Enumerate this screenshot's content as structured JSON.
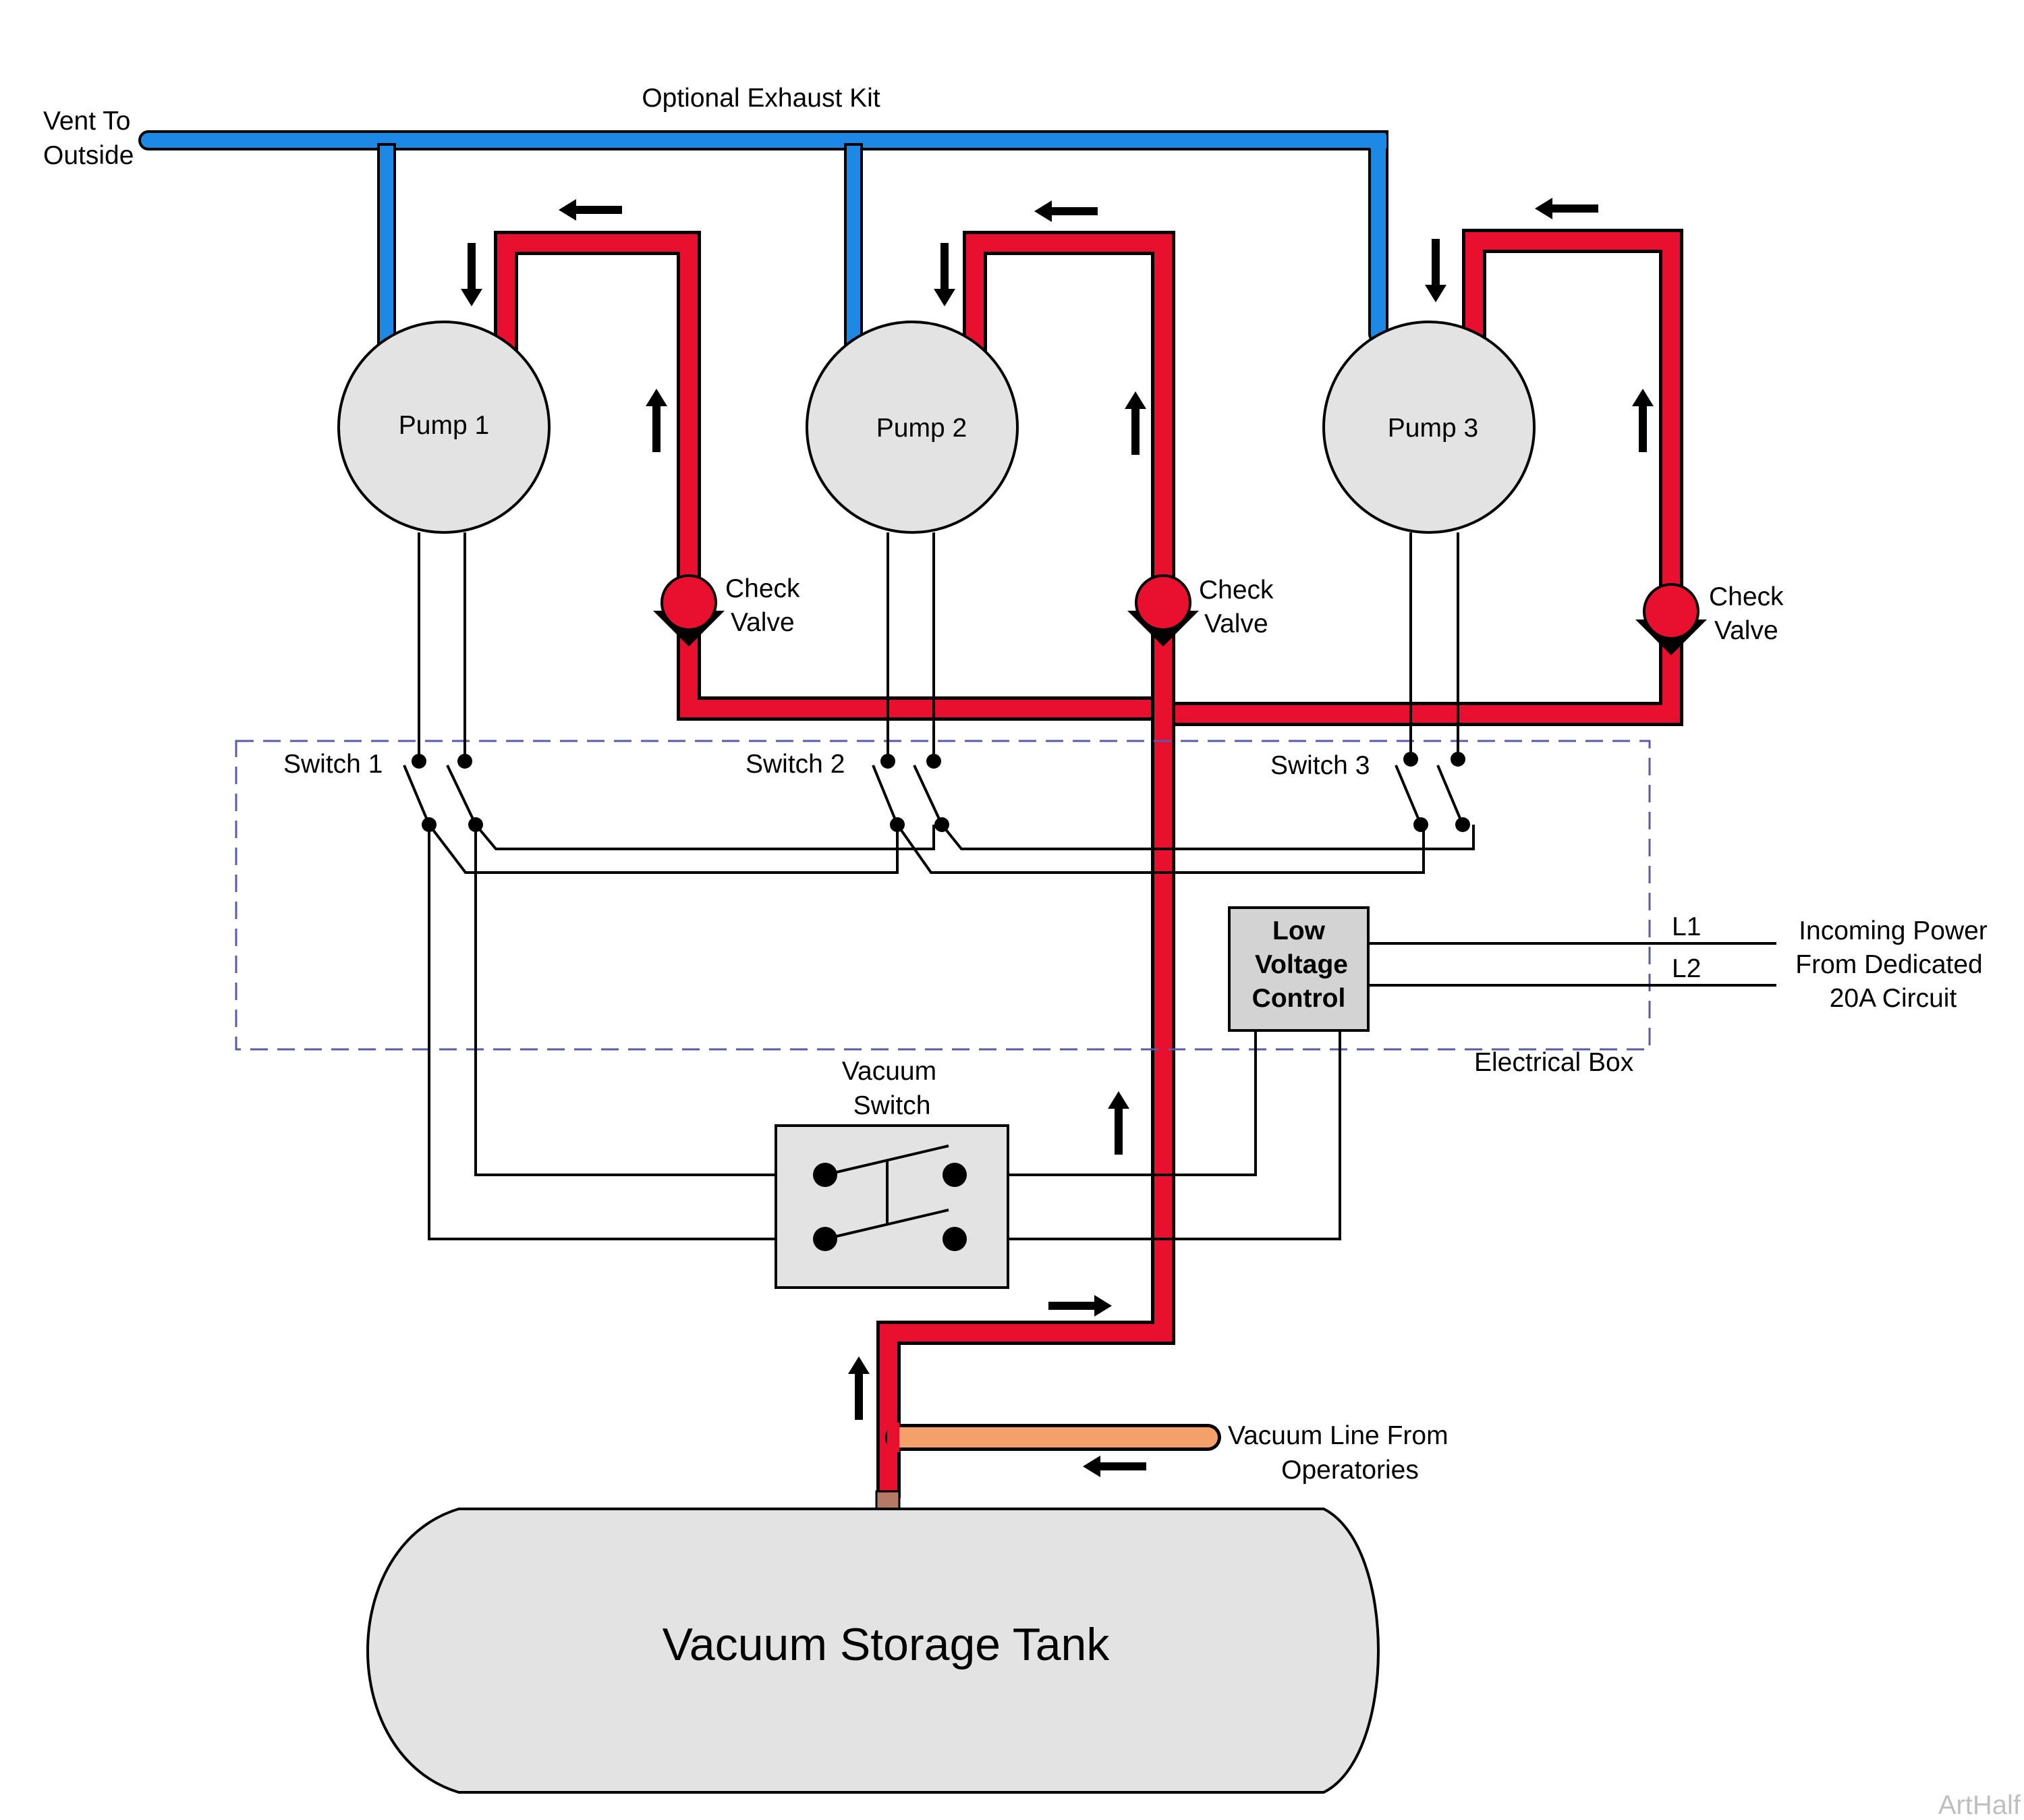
{
  "colors": {
    "exhaust_pipe": "#1e88e5",
    "vacuum_pipe": "#e8102e",
    "operatory_line": "#f4a06a",
    "pump_fill": "#e3e3e3",
    "control_fill": "#d3d3d3",
    "electrical_box_border": "#5a5aa8"
  },
  "labels": {
    "vent_line1": "Vent To",
    "vent_line2": "Outside",
    "exhaust_kit": "Optional Exhaust Kit",
    "pump1": "Pump 1",
    "pump2": "Pump 2",
    "pump3": "Pump 3",
    "check_valve_line1": "Check",
    "check_valve_line2": "Valve",
    "switch1": "Switch 1",
    "switch2": "Switch 2",
    "switch3": "Switch 3",
    "low_voltage_line1": "Low",
    "low_voltage_line2": "Voltage",
    "low_voltage_line3": "Control",
    "l1": "L1",
    "l2": "L2",
    "power_line1": "Incoming Power",
    "power_line2": "From Dedicated",
    "power_line3": "20A Circuit",
    "electrical_box": "Electrical Box",
    "vacuum_switch_line1": "Vacuum",
    "vacuum_switch_line2": "Switch",
    "vacuum_line_line1": "Vacuum Line From",
    "vacuum_line_line2": "Operatories",
    "tank": "Vacuum Storage Tank",
    "watermark": "ArtHalf"
  },
  "icons": {
    "flow_arrow": "arrow-icon",
    "check_valve": "check-valve-icon",
    "switch_contact": "contact-dot-icon"
  }
}
